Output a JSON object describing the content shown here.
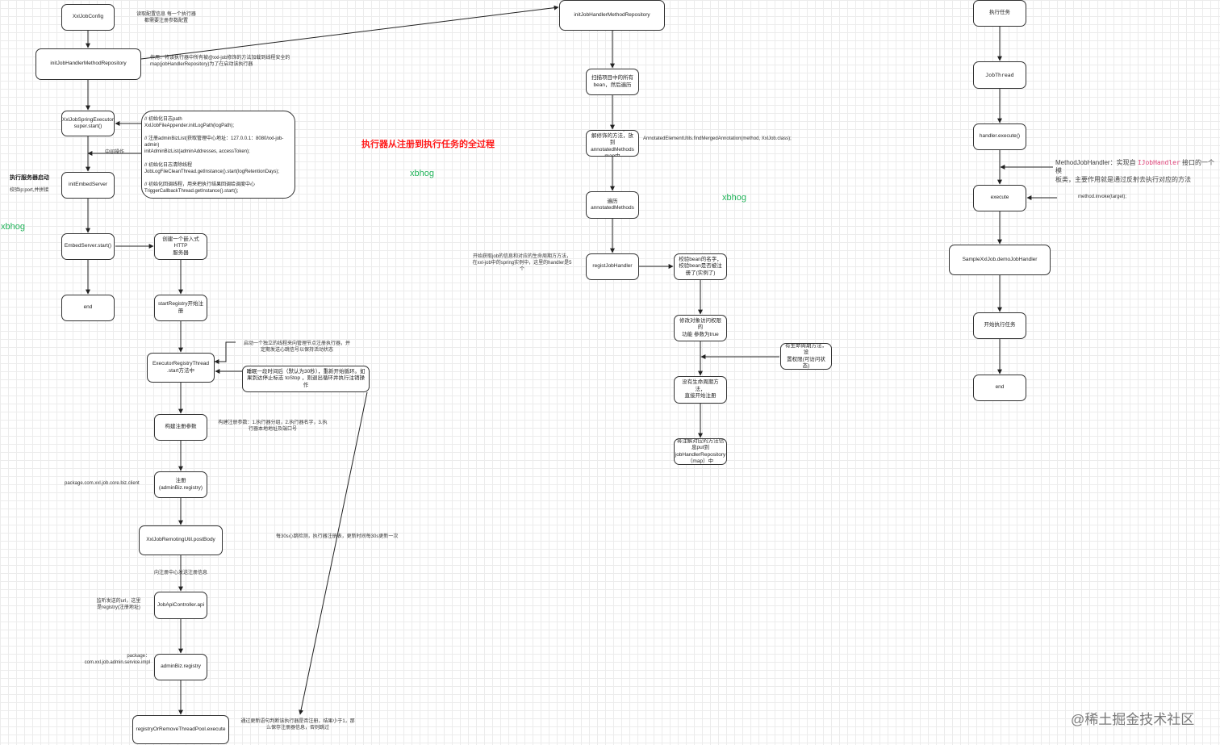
{
  "title": "执行器从注册到执行任务的全过程",
  "watermark": "xbhog",
  "footer": "@稀土掘金技术社区",
  "nodes": {
    "xxljobconfig": "XxlJobConfig",
    "init_handler_left": "initJobHandlerMethodRepository",
    "spring_executor": "XxlJobSpringExecutor\nsuper.start()",
    "init_code": "// 初始化日志path\nXxlJobFileAppender.initLogPath(logPath);\n\n// 注册adminBizList(获取管理中心地址：127.0.0.1：8080/xxl-job-admin)\ninitAdminBizList(adminAddresses, accessToken);\n\n// 初始化日志清除线程\nJobLogFileCleanThread.getInstance().start(logRetentionDays);\n\n// 初始化回调线程，用来把执行结果回调给调度中心\nTriggerCallbackThread.getInstance().start();",
    "init_embed": "initEmbedServer",
    "embed_start": "EmbedServer.start()",
    "create_http": "创建一个嵌入式HTTP\n服务器",
    "end_left": "end",
    "start_registry": "startRegistry开始注册",
    "registry_thread": "ExecutorRegistryThread\n.start方法中",
    "heartbeat": "睡眠一段时间后（默认为30秒），重新开始循环。如果到达停止标志 toStop ，则退出循环并执行注销操作",
    "build_params": "构建注册参数",
    "register": "注册\n(adminBiz.registry)",
    "post_body": "XxlJobRemotingUtil.postBody",
    "api_controller": "JobApiController.api",
    "admin_registry": "adminBiz.registry",
    "registry_pool": "registryOrRemoveThreadPool.execute",
    "init_handler_mid": "initJobHandlerMethodRepository",
    "scan_beans": "扫描项目中的所有\nbean，然后遍历",
    "get_annotated": "获取所有被xxl-job注解修饰的方法，放到annotatedMethods map中",
    "iterate": "遍历\nannotatedMethods",
    "regist_handler": "registJobHandler",
    "check_bean": "校验bean的名字，校验bean是否被注册了(实例了)",
    "modify_access": "修改对象访问权限的\n功能 参数为true",
    "has_lifecycle": "有生命周期方法，设\n置权限(可访问状态)",
    "no_lifecycle": "没有生命周期方法，\n直接开始注册",
    "put_repo": "将注解对应的方法信息put到jobHandlerRepository（map）中",
    "exec_task": "执行任务",
    "job_thread": "JobThread",
    "handler_execute": "handler.execute()",
    "execute": "execute",
    "sample_handler": "SampleXxlJob.demoJobHandler",
    "start_exec": "开始执行任务",
    "end_right": "end"
  },
  "notes": {
    "read_config": "读取配置信息 每一个执行器\n都需要注册参数配置",
    "purpose": "作用：将该执行器中所有被@xxl-job修饰的方法加载到线程安全的\nmap(jobHandlerRepository)为了在启动该执行器",
    "side_effect": "中间操作",
    "server_start_title": "执行服务器启动",
    "server_start_sub": "校验ip:port,并拼接",
    "registry_desc": "启动一个独立的线程来向管理节点注册执行器，并\n定期发送心跳信号以保持活动状态",
    "params_desc": "构建注册参数：1.执行器分组，2.执行器名字，3.执\n行器本地地址及端口号",
    "package_client": "package.com.xxl.job.core.biz.client",
    "every30": "每30s心跳检测，执行器注册表，更新时间每30s更新一次",
    "send_registry": "向注册中心发送注册信息",
    "listen_url": "监听发送的url，这里\n是registry(注册地址)",
    "package_admin": "package：\ncom.xxl.job.admin.service.impl",
    "update_check": "通过更新语句判断该执行器是否注册，结果小于1，那\n么保存注册器信息，否则跳过",
    "start_lifecycle": "开始获取job的信息和对应的生命周期方方法，\n在xxl-job中的spring实例中，这里的handler是5\n个",
    "annotated_utils": "AnnotatedElementUtils.findMergedAnnotation(method, XxlJob.class);",
    "method_handler_pre": "MethodJobHandler：实现自 ",
    "method_handler_code": "IJobHandler",
    "method_handler_post": " 接口的一个模\n板类，主要作用就是通过反射去执行对应的方法",
    "invoke": "method.invoke(target);"
  }
}
